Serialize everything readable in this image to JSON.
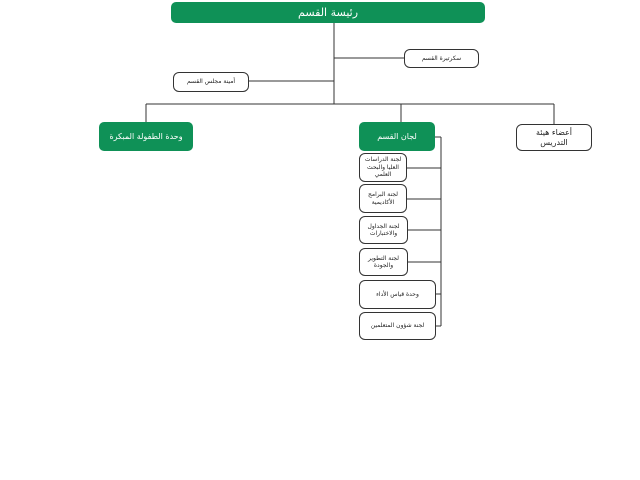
{
  "diagram": {
    "root": "رئيسة القسم",
    "secretary": "سكرتيرة القسم",
    "council_secretary": "أمينة مجلس القسم",
    "early_childhood_unit": "وحدة الطفولة المبكرة",
    "committees": "لجان القسم",
    "faculty": "أعضاء هيئة التدريس",
    "committee_items": [
      "لجنة الدراسات العليا والبحث العلمي",
      "لجنة البرامج الأكاديمية",
      "لجنة الجداول والاختبارات",
      "لجنة التطوير والجودة",
      "وحدة قياس الأداء",
      "لجنة شؤون المتعلمين"
    ]
  },
  "colors": {
    "green": "#0f9157",
    "line": "#333333",
    "text_dark": "#222222"
  }
}
